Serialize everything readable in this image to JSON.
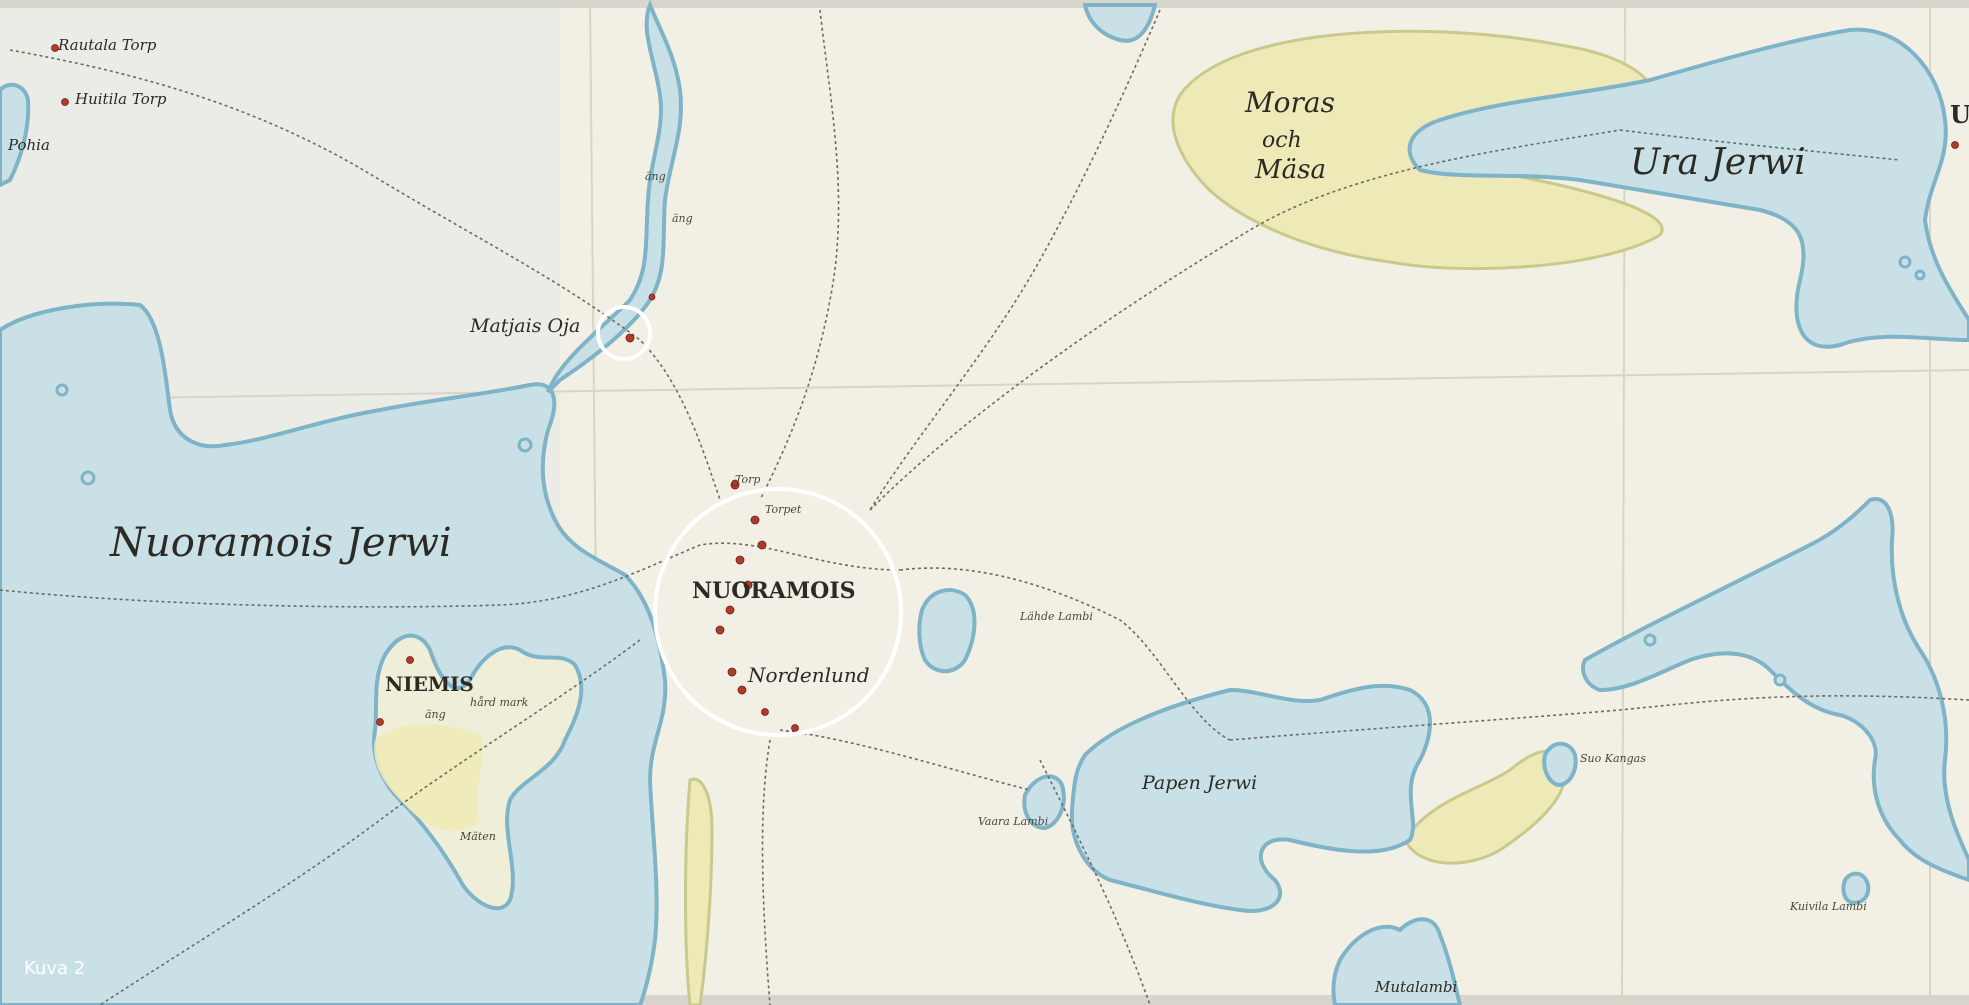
{
  "caption": "Kuva 2",
  "colors": {
    "paper": "#f2f0e4",
    "water": "#c9e1e6",
    "shore": "#7fb3c7",
    "marsh": "#eeeab8",
    "marsh_edge": "#c9c98c",
    "roads": "#6d6a60",
    "settlement_dots": "#b03a2e",
    "highlight_circles": "#ffffff"
  },
  "labels": {
    "village_main": "NUORAMOIS",
    "village_niemis": "NIEMIS",
    "farm_nordenlund": "Nordenlund",
    "lake_nuoramois": "Nuoramois Jerwi",
    "lake_ura": "Ura Jerwi",
    "marsh_moras": "Moras",
    "marsh_och": "och",
    "marsh_masa": "Mäsa",
    "place_matjais": "Matjais Oja",
    "torp_rautala": "Rautala Torp",
    "torp_huitila": "Huitila Torp",
    "place_pohia": "Pohia",
    "lake_papen": "Papen Jerwi",
    "pond_lahde": "Lähde Lambi",
    "pond_muta": "Mutalambi",
    "pond_kuivila": "Kuivila Lambi",
    "pond_vaara": "Vaara Lambi",
    "field_ang_1": "äng",
    "field_ang_2": "äng",
    "field_ang_3": "äng",
    "field_hardmark": "hård mark",
    "field_maten": "Mäten",
    "marsh_right": "Suo Kangas",
    "torp_small": "Torp",
    "torp_small_2": "Torpet",
    "edge_letter": "U"
  },
  "highlights": [
    {
      "name": "Nuoramois village"
    },
    {
      "name": "Matjais Oja site"
    }
  ]
}
